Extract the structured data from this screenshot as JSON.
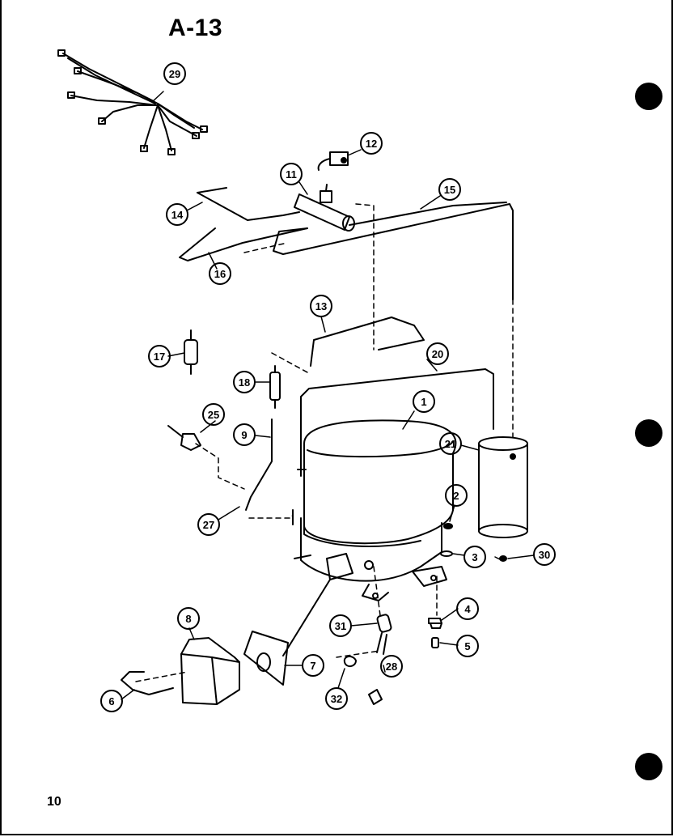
{
  "page": {
    "title": "A-13",
    "page_number": "10"
  },
  "callouts": {
    "c1": "1",
    "c2": "2",
    "c3": "3",
    "c4": "4",
    "c5": "5",
    "c6": "6",
    "c7": "7",
    "c8": "8",
    "c9": "9",
    "c11": "11",
    "c12": "12",
    "c13": "13",
    "c14": "14",
    "c15": "15",
    "c16": "16",
    "c17": "17",
    "c18": "18",
    "c20": "20",
    "c21": "21",
    "c25": "25",
    "c27": "27",
    "c28": "28",
    "c29": "29",
    "c30": "30",
    "c31": "31",
    "c32": "32"
  }
}
